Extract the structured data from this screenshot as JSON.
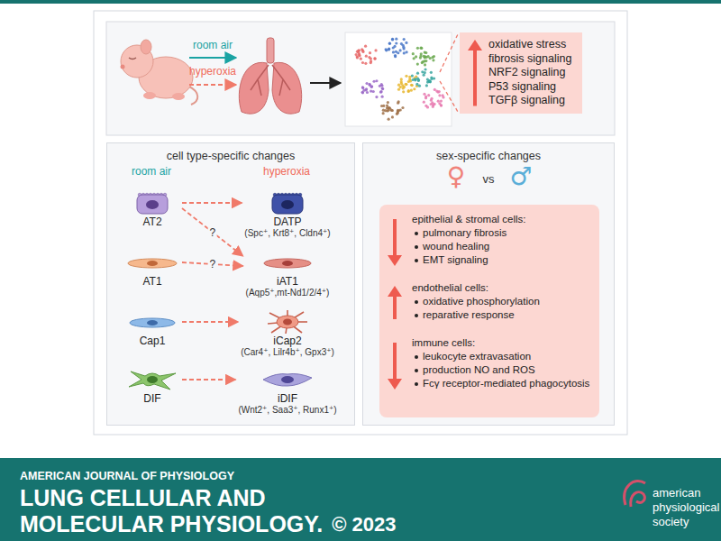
{
  "diagram": {
    "nodes": [
      {
        "text": [
          "oxidative stress",
          "fibrosis signaling",
          "NRF2 signaling",
          "P53 signaling",
          "TGFβ signaling"
        ]
      },
      {
        "text": [
          "cell type-specific changes"
        ]
      },
      {
        "text": [
          "AT2"
        ],
        "in": 1
      },
      {
        "text": [
          "AT1"
        ],
        "in": 1
      },
      {
        "text": [
          "Cap1"
        ],
        "in": 1
      },
      {
        "text": [
          "DIF"
        ],
        "in": 1
      },
      {
        "text": [
          "DATP",
          "(Spc⁺, Krt8⁺, Cldn4⁺)"
        ],
        "in": 1
      },
      {
        "text": [
          "iAT1",
          "(Aqp5⁺,mt-Nd1/2/4⁺)"
        ],
        "in": 1
      },
      {
        "text": [
          "iCap2",
          "(Car4⁺, Lilr4b⁺, Gpx3⁺)"
        ],
        "in": 1
      },
      {
        "text": [
          "iDIF",
          "(Wnt2⁺, Saa3⁺, Runx1⁺)"
        ],
        "in": 1
      },
      {
        "text": [
          "sex-specific changes"
        ]
      },
      {
        "text": [
          "epithelial & stromal cells:",
          "pulmonary fibrosis",
          "wound healing",
          "EMT signaling",
          "endothelial cells:",
          "oxidative phosphorylation",
          "reparative response",
          "immune cells:",
          "leukocyte extravasation",
          "production NO and ROS",
          "Fcγ receptor-mediated phagocytosis"
        ],
        "in": 10
      }
    ],
    "edges": [
      {
        "from": 2,
        "to": 6,
        "arrow": "to"
      },
      {
        "from": 2,
        "to": 7,
        "label": "?",
        "arrow": "to"
      },
      {
        "from": 3,
        "to": 7,
        "label": "?",
        "arrow": "to"
      },
      {
        "from": 4,
        "to": 8,
        "arrow": "to"
      },
      {
        "from": 5,
        "to": 9,
        "arrow": "to"
      }
    ],
    "labels": [
      "room air",
      "hyperoxia",
      "room air",
      "hyperoxia",
      "♀",
      "vs",
      "♂",
      "AMERICAN JOURNAL OF PHYSIOLOGY",
      "LUNG CELLULAR AND",
      "MOLECULAR PHYSIOLOGY.",
      "© 2023",
      "american",
      "physiological",
      "society"
    ]
  }
}
